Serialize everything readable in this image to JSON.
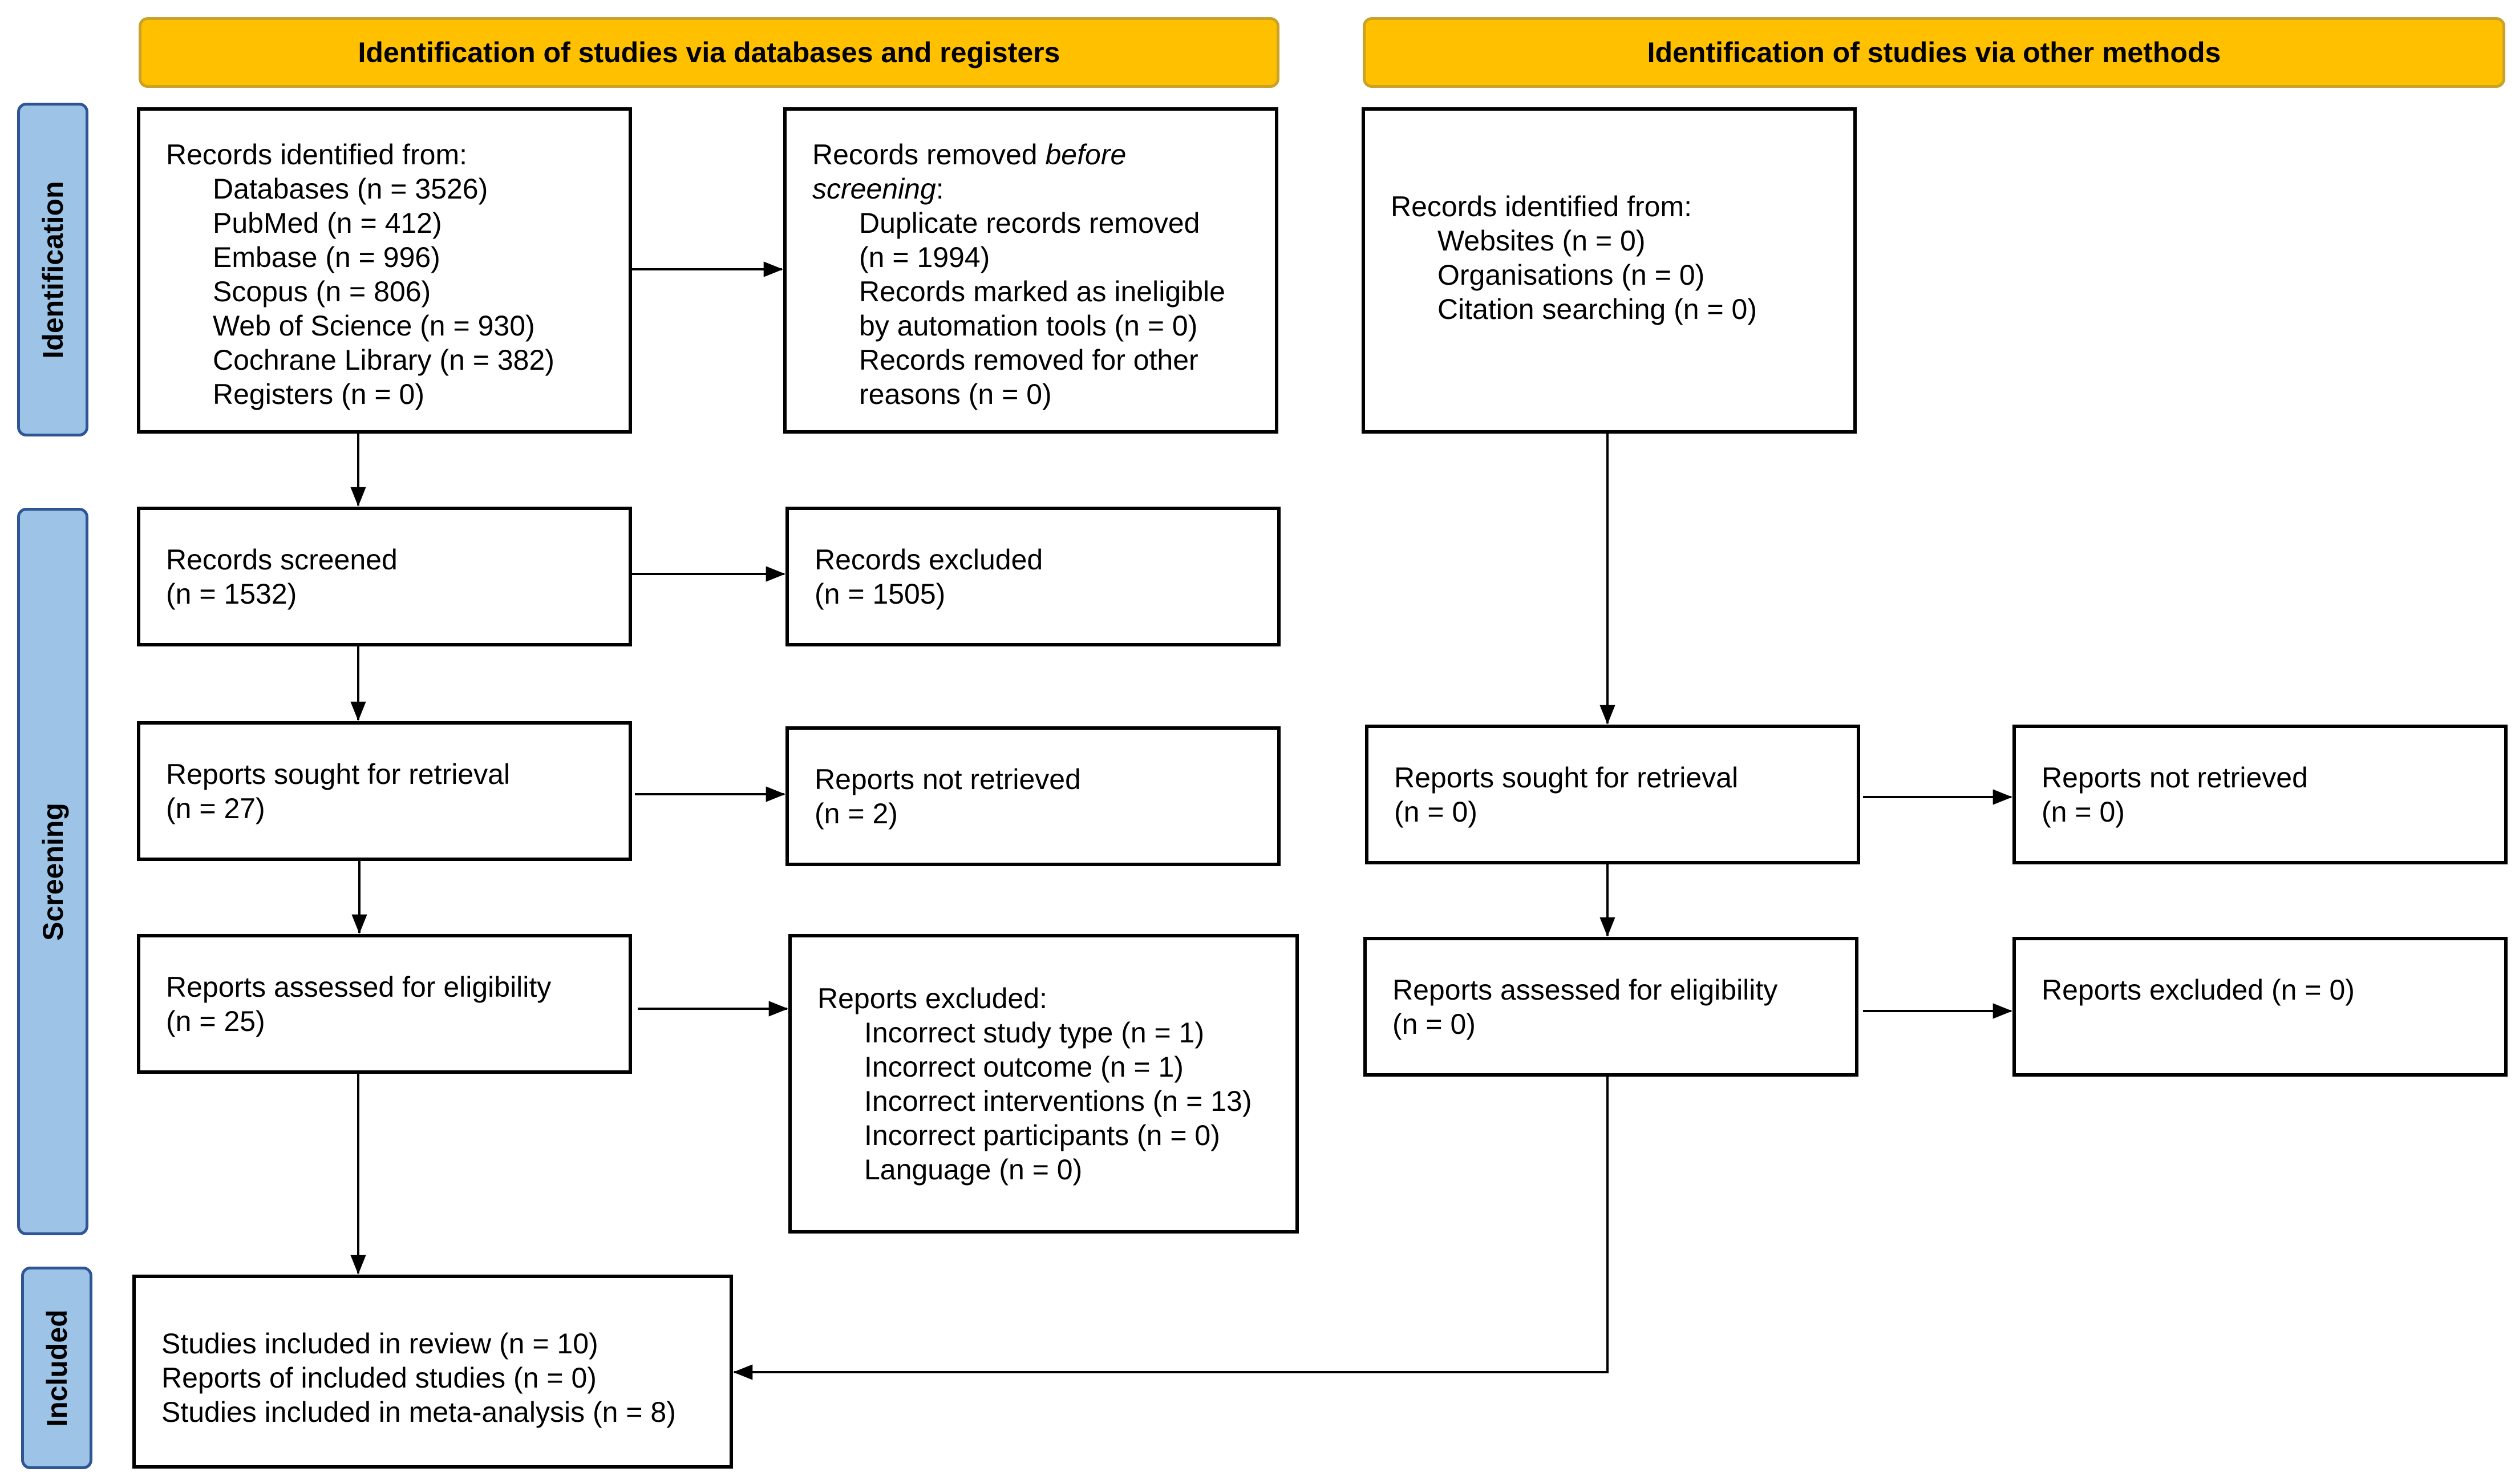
{
  "headers": {
    "left": "Identification of studies via databases and registers",
    "right": "Identification of studies via other methods"
  },
  "phases": {
    "identification": "Identification",
    "screening": "Screening",
    "included": "Included"
  },
  "databases": {
    "identified": {
      "title": "Records identified from:",
      "items": [
        "Databases (n = 3526)",
        "PubMed (n = 412)",
        "Embase (n = 996)",
        "Scopus (n = 806)",
        "Web of Science (n = 930)",
        "Cochrane Library (n = 382)",
        "Registers (n = 0)"
      ]
    },
    "removed": {
      "title_prefix": "Records removed ",
      "title_italic_1": "before",
      "title_italic_2": "screening",
      "title_suffix": ":",
      "items": [
        "Duplicate records removed",
        "(n = 1994)",
        "Records marked as ineligible",
        "by automation tools (n = 0)",
        "Records removed for other",
        "reasons (n = 0)"
      ]
    },
    "screened": {
      "label": "Records screened",
      "count": "(n = 1532)"
    },
    "excluded": {
      "label": "Records excluded",
      "count": "(n = 1505)"
    },
    "sought": {
      "label": "Reports sought for retrieval",
      "count": "(n = 27)"
    },
    "not_retrieved": {
      "label": "Reports not retrieved",
      "count": "(n = 2)"
    },
    "assessed": {
      "label": "Reports assessed for eligibility",
      "count": "(n = 25)"
    },
    "reports_excluded": {
      "title": "Reports excluded:",
      "items": [
        "Incorrect study type (n = 1)",
        "Incorrect outcome (n = 1)",
        "Incorrect interventions (n = 13)",
        "Incorrect participants (n = 0)",
        "Language (n = 0)"
      ]
    }
  },
  "other": {
    "identified": {
      "title": "Records identified from:",
      "items": [
        "Websites (n = 0)",
        "Organisations (n = 0)",
        "Citation searching (n = 0)"
      ]
    },
    "sought": {
      "label": "Reports sought for retrieval",
      "count": "(n = 0)"
    },
    "not_retrieved": {
      "label": "Reports not retrieved",
      "count": "(n = 0)"
    },
    "assessed": {
      "label": "Reports assessed for eligibility",
      "count": "(n = 0)"
    },
    "reports_excluded": {
      "label": "Reports excluded (n = 0)"
    }
  },
  "included": {
    "lines": [
      "Studies included in review (n = 10)",
      "Reports of included studies (n = 0)",
      "Studies included in meta-analysis (n = 8)"
    ]
  },
  "colors": {
    "header_fill": "#FFC000",
    "phase_fill": "#9DC3E6",
    "border": "#000000"
  }
}
